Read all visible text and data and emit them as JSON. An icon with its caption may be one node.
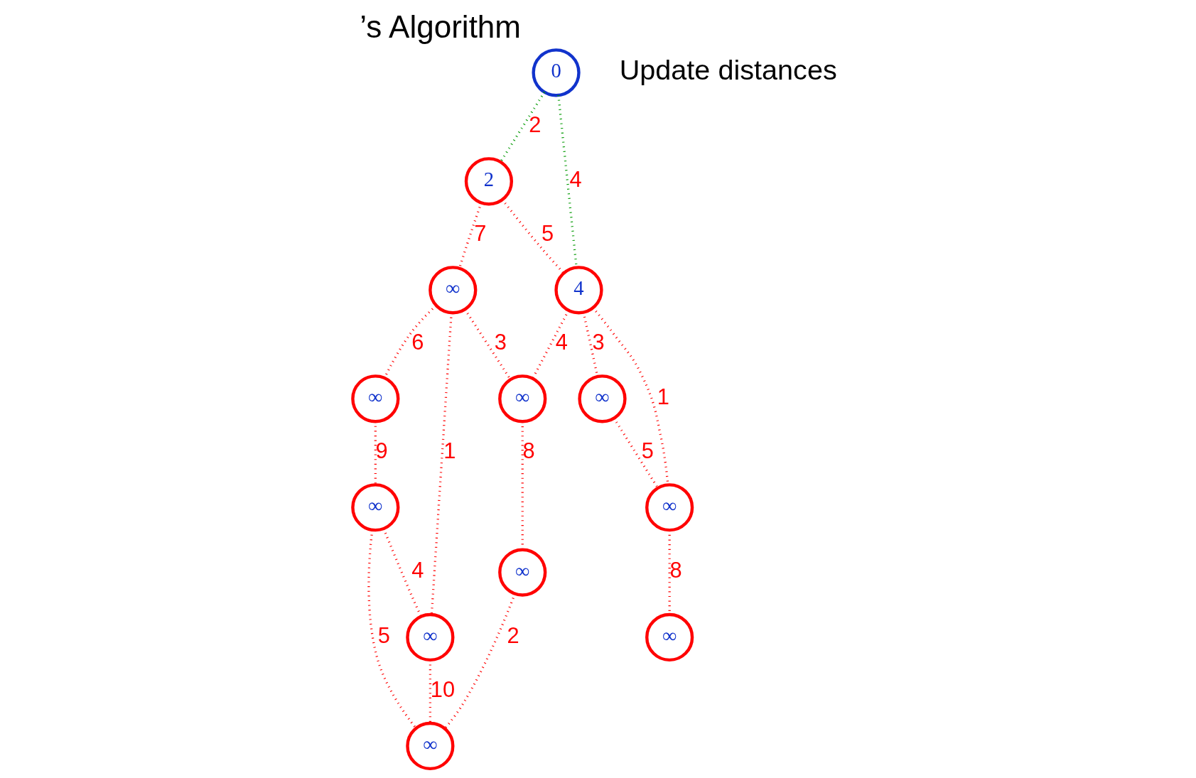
{
  "diagram": {
    "title": "’s Algorithm",
    "nodes": [
      {
        "text": [
          "0"
        ]
      },
      {
        "text": [
          "2"
        ]
      },
      {
        "text": [
          "4"
        ]
      },
      {
        "text": [
          "∞"
        ]
      },
      {
        "text": [
          "∞"
        ]
      },
      {
        "text": [
          "∞"
        ]
      },
      {
        "text": [
          "∞"
        ]
      },
      {
        "text": [
          "∞"
        ]
      },
      {
        "text": [
          "∞"
        ]
      },
      {
        "text": [
          "∞"
        ]
      },
      {
        "text": [
          "∞"
        ]
      },
      {
        "text": [
          "∞"
        ]
      },
      {
        "text": [
          "∞"
        ]
      }
    ],
    "edges": [
      {
        "from": 0,
        "to": 1,
        "arrow": "none",
        "label": "2",
        "color": "#009900"
      },
      {
        "from": 0,
        "to": 2,
        "arrow": "none",
        "label": "4",
        "color": "#009900"
      },
      {
        "from": 1,
        "to": 2,
        "arrow": "none",
        "label": "5"
      },
      {
        "from": 1,
        "to": 3,
        "arrow": "none",
        "label": "7"
      },
      {
        "from": 3,
        "to": 7,
        "arrow": "none",
        "label": "3"
      },
      {
        "from": 2,
        "to": 7,
        "arrow": "none",
        "label": "4"
      },
      {
        "from": 2,
        "to": 4,
        "arrow": "none",
        "label": "3"
      },
      {
        "from": 2,
        "to": 5,
        "arrow": "none",
        "label": "1"
      },
      {
        "from": 4,
        "to": 5,
        "arrow": "none",
        "label": "5"
      },
      {
        "from": 5,
        "to": 8,
        "arrow": "none",
        "label": "8"
      },
      {
        "from": 3,
        "to": 6,
        "arrow": "none",
        "label": "6"
      },
      {
        "from": 3,
        "to": 11,
        "arrow": "none",
        "label": "1"
      },
      {
        "from": 6,
        "to": 9,
        "arrow": "none",
        "label": "9"
      },
      {
        "from": 7,
        "to": 10,
        "arrow": "none",
        "label": "8"
      },
      {
        "from": 9,
        "to": 11,
        "arrow": "none",
        "label": "4"
      },
      {
        "from": 9,
        "to": 12,
        "arrow": "none",
        "label": "5"
      },
      {
        "from": 10,
        "to": 12,
        "arrow": "none",
        "label": "2"
      },
      {
        "from": 11,
        "to": 12,
        "arrow": "none",
        "label": "10"
      }
    ],
    "labels": [
      "Update distances"
    ]
  }
}
